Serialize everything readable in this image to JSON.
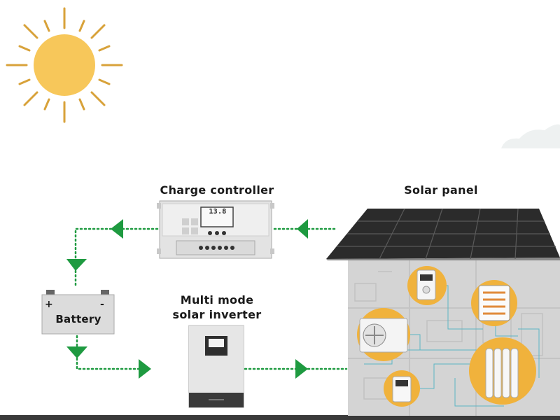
{
  "labels": {
    "charge_controller": "Charge controller",
    "solar_panel": "Solar panel",
    "inverter_line1": "Multi mode",
    "inverter_line2": "solar inverter",
    "battery": "Battery",
    "battery_plus": "+",
    "battery_minus": "-",
    "controller_display": "13.8"
  },
  "colors": {
    "sun": "#f7c75a",
    "sun_rays": "#d8a23a",
    "flow_arrow": "#1e9a40",
    "house_wall": "#d4d4d4",
    "solar_panel": "#2b2b2b",
    "appliance_circle": "#f0b23c",
    "ground": "#3a3a3a"
  },
  "icons": [
    "sun-icon",
    "cloud-icon",
    "charge-controller-icon",
    "solar-panel-icon",
    "battery-icon",
    "inverter-icon",
    "air-conditioner-icon",
    "thermostat-icon",
    "heater-icon",
    "radiator-icon",
    "wall-controller-icon"
  ]
}
